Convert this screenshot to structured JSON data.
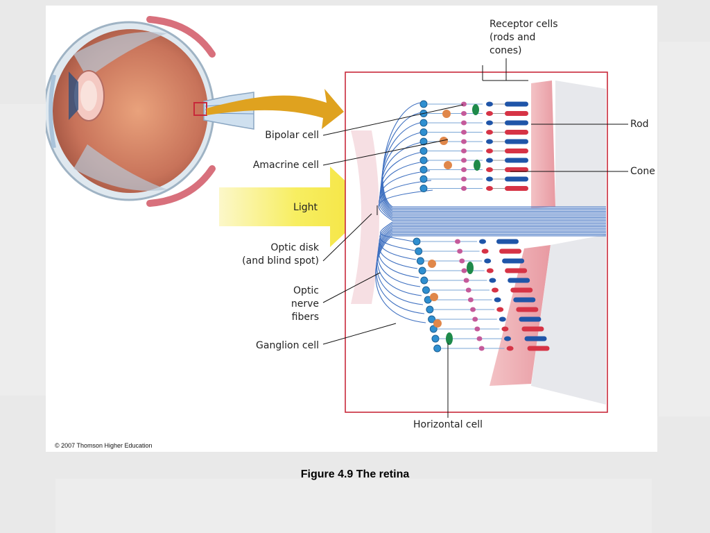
{
  "figure": {
    "labels": {
      "receptor_cells": "Receptor cells\n(rods and\ncones)",
      "bipolar_cell": "Bipolar cell",
      "amacrine_cell": "Amacrine cell",
      "light": "Light",
      "optic_disk": "Optic disk\n(and blind spot)",
      "optic_nerve_fibers": "Optic\nnerve\nfibers",
      "ganglion_cell": "Ganglion cell",
      "rod": "Rod",
      "cone": "Cone",
      "horizontal_cell": "Horizontal cell"
    },
    "copyright": "© 2007 Thomson Higher Education"
  },
  "caption": "Figure 4.9  The retina",
  "colors": {
    "frame": "#c8283a",
    "arrow": "#dfa21f",
    "light": "#f7e834",
    "rod": "#d63345",
    "cone": "#1f55a8",
    "bipolar": "#c45a9a",
    "ganglion": "#2f8fd0",
    "amacrine": "#e0874a",
    "horizontal": "#1e8a4a",
    "fiber": "#3d6fc0"
  }
}
